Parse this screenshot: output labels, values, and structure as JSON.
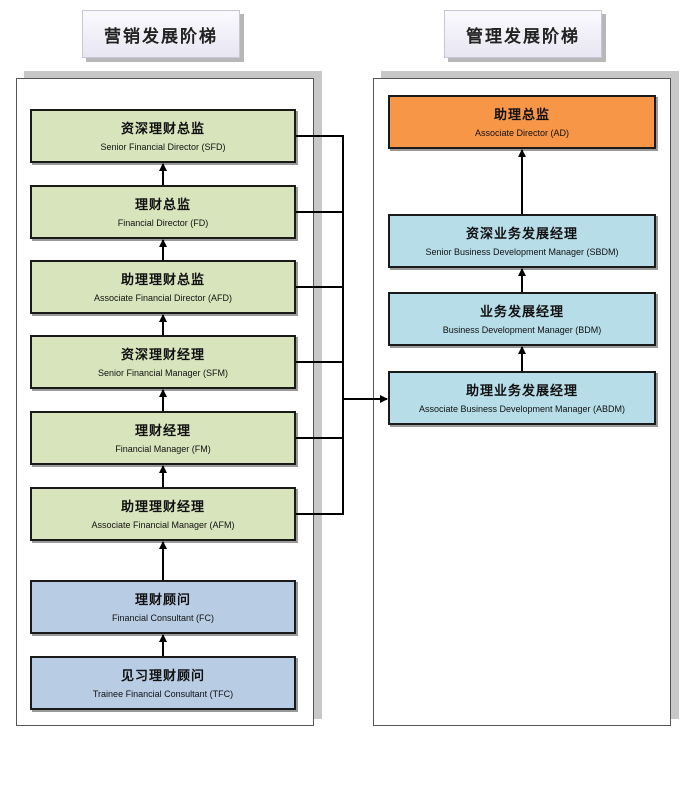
{
  "titles": {
    "left": "营销发展阶梯",
    "right": "管理发展阶梯"
  },
  "sales_ladder": [
    {
      "cn": "资深理财总监",
      "en": "Senior Financial Director (SFD)"
    },
    {
      "cn": "理财总监",
      "en": "Financial Director (FD)"
    },
    {
      "cn": "助理理财总监",
      "en": "Associate Financial Director (AFD)"
    },
    {
      "cn": "资深理财经理",
      "en": "Senior Financial Manager (SFM)"
    },
    {
      "cn": "理财经理",
      "en": "Financial Manager (FM)"
    },
    {
      "cn": "助理理财经理",
      "en": "Associate Financial Manager (AFM)"
    },
    {
      "cn": "理财顾问",
      "en": "Financial Consultant (FC)"
    },
    {
      "cn": "见习理财顾问",
      "en": "Trainee Financial Consultant (TFC)"
    }
  ],
  "management_ladder": [
    {
      "cn": "助理总监",
      "en": "Associate Director (AD)"
    },
    {
      "cn": "资深业务发展经理",
      "en": "Senior Business Development Manager (SBDM)"
    },
    {
      "cn": "业务发展经理",
      "en": "Business Development Manager (BDM)"
    },
    {
      "cn": "助理业务发展经理",
      "en": "Associate Business Development Manager (ABDM)"
    }
  ],
  "colors": {
    "director_manager_green": "#d8e4bc",
    "consultant_blue": "#b8cce4",
    "management_cyan": "#b7dde8",
    "associate_director_orange": "#f79646"
  }
}
